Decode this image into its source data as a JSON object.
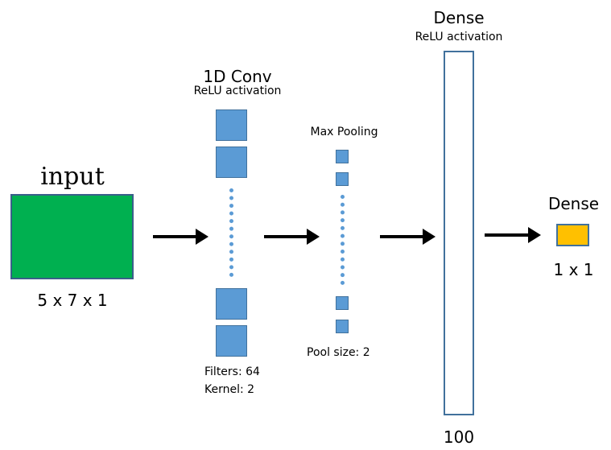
{
  "input": {
    "title": "input",
    "shape": "5 x 7 x 1",
    "color": "#00b050"
  },
  "conv": {
    "title": "1D Conv",
    "activation": "ReLU activation",
    "filters": "Filters: 64",
    "kernel": "Kernel: 2",
    "color": "#5b9bd5"
  },
  "pool": {
    "title": "Max Pooling",
    "pool_size": "Pool size: 2"
  },
  "dense1": {
    "title": "Dense",
    "activation": "ReLU activation",
    "units": "100"
  },
  "dense2": {
    "title": "Dense",
    "shape": "1 x 1",
    "color": "#ffc000"
  }
}
